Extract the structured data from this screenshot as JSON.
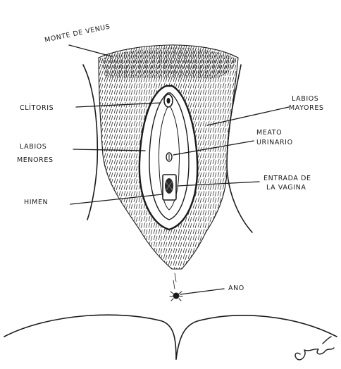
{
  "labels": {
    "monte": "MONTE DE VENUS",
    "clitoris": "CLÍTORIS",
    "labios_mayores_1": "LABIOS",
    "labios_mayores_2": "MAYORES",
    "labios_menores_1": "LABIOS",
    "labios_menores_2": "MENORES",
    "meato_1": "MEATO",
    "meato_2": "URINARIO",
    "entrada_1": "ENTRADA DE",
    "entrada_2": "LA VAGINA",
    "himen": "HIMEN",
    "ano": "ANO"
  },
  "signature": "Jaime"
}
